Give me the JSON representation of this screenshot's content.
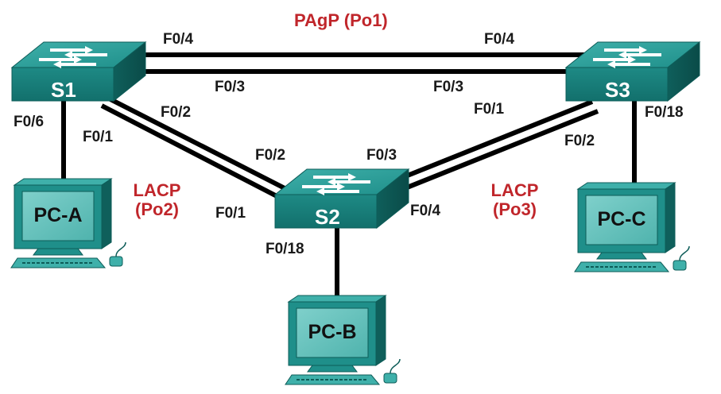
{
  "colors": {
    "device_teal": "#1f8f8a",
    "device_dark": "#0d5c58",
    "link": "#000000",
    "group_label": "#c0262b"
  },
  "groups": {
    "pagp": "PAgP (Po1)",
    "lacp_po2_line1": "LACP",
    "lacp_po2_line2": "(Po2)",
    "lacp_po3_line1": "LACP",
    "lacp_po3_line2": "(Po3)"
  },
  "switches": {
    "s1": "S1",
    "s2": "S2",
    "s3": "S3"
  },
  "pcs": {
    "pca": "PC-A",
    "pcb": "PC-B",
    "pcc": "PC-C"
  },
  "ports": {
    "s1_f04": "F0/4",
    "s3_f04": "F0/4",
    "s1_f03": "F0/3",
    "s3_f03": "F0/3",
    "s1_f02": "F0/2",
    "s2_f02": "F0/2",
    "s1_f01": "F0/1",
    "s2_f01": "F0/1",
    "s1_f06": "F0/6",
    "s2_f03": "F0/3",
    "s3_f01": "F0/1",
    "s2_f04": "F0/4",
    "s3_f02": "F0/2",
    "s2_f018": "F0/18",
    "s3_f018": "F0/18"
  }
}
